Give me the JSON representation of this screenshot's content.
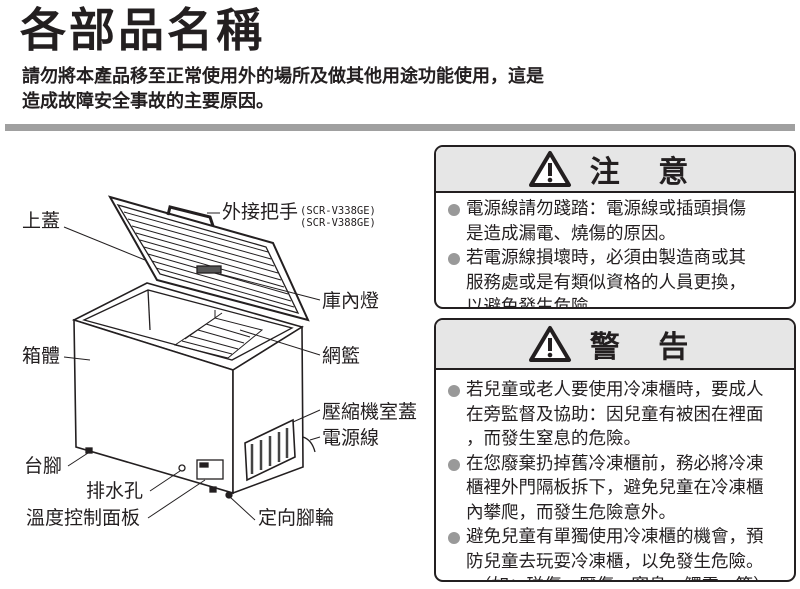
{
  "page": {
    "title": "各部品名稱",
    "intro_line1": "請勿將本產品移至正常使用外的場所及做其他用途功能使用，這是",
    "intro_line2": "造成故障安全事故的主要原因。"
  },
  "diagram": {
    "labels": {
      "lid": "上蓋",
      "handle": "外接把手",
      "handle_model1": "(SCR-V338GE)",
      "handle_model2": "(SCR-V388GE)",
      "interior_light": "庫內燈",
      "cabinet": "箱體",
      "basket": "網籃",
      "compressor_cover": "壓縮機室蓋",
      "power_cord": "電源線",
      "foot": "台腳",
      "drain_hole": "排水孔",
      "temp_panel": "溫度控制面板",
      "caster": "定向腳輪"
    }
  },
  "caution": {
    "title": "注 意",
    "icon": "warning-triangle-icon",
    "items": [
      [
        "電源線請勿踐踏：電源線或插頭損傷",
        "是造成漏電、燒傷的原因。"
      ],
      [
        "若電源線損壞時，必須由製造商或其",
        "服務處或是有類似資格的人員更換，",
        "以避免發生危險。"
      ]
    ]
  },
  "warning": {
    "title": "警 告",
    "icon": "warning-triangle-icon",
    "items": [
      [
        "若兒童或老人要使用冷凍櫃時，要成人",
        "在旁監督及協助：因兒童有被困在裡面",
        "，而發生窒息的危險。"
      ],
      [
        "在您廢棄扔掉舊冷凍櫃前，務必將冷凍",
        "櫃裡外門隔板拆下，避免兒童在冷凍櫃",
        "內攀爬，而發生危險意外。"
      ],
      [
        "避免兒童有單獨使用冷凍櫃的機會，預",
        "防兒童去玩耍冷凍櫃，以免發生危險。",
        "（如：碰傷、壓傷、窒息、觸電...等）"
      ]
    ]
  }
}
